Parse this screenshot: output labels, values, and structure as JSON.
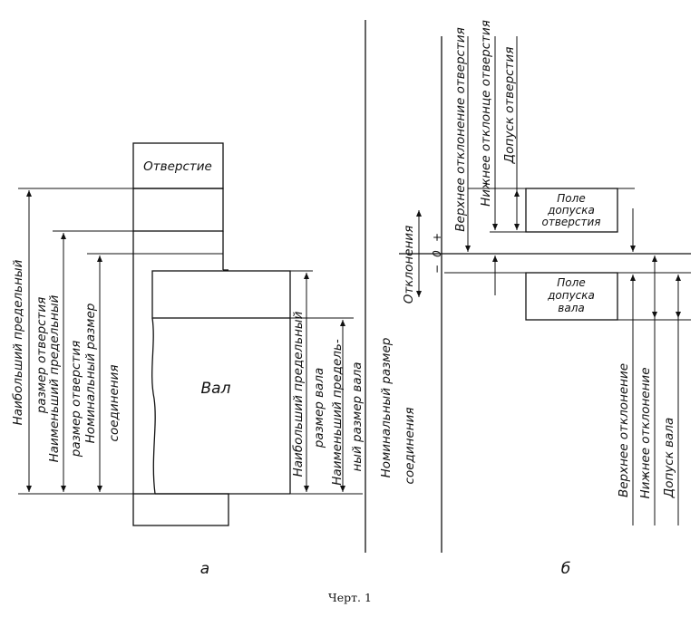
{
  "figure_a": {
    "hole_label": "Отверстие",
    "shaft_label": "Вал",
    "dims": {
      "hole_max_1": "Наибольший предельный",
      "hole_max_2": "размер отверстия",
      "hole_min_1": "Наименьший предельный",
      "hole_min_2": "размер отверстия",
      "nominal_1": "Номинальный размер",
      "nominal_2": "соединения",
      "shaft_max_1": "Наибольший предельный",
      "shaft_max_2": "размер вала",
      "shaft_min_1": "Наименьший предель-",
      "shaft_min_2": "ный размер вала",
      "nominal_r_1": "Номинальный размер",
      "nominal_r_2": "соединения"
    },
    "sublabel": "а"
  },
  "figure_b": {
    "deviations_label": "Отклонения",
    "plus": "+",
    "zero": "0",
    "minus": "−",
    "hole_zone_1": "Поле",
    "hole_zone_2": "допуска",
    "hole_zone_3": "отверстия",
    "shaft_zone_1": "Поле",
    "shaft_zone_2": "допуска",
    "shaft_zone_3": "вала",
    "top": {
      "upper_dev_hole": "Верхнее отклонение отверстия",
      "lower_dev_hole": "Нижнее отклонце отверстия",
      "hole_tolerance": "Допуск отверстия"
    },
    "bottom": {
      "upper_dev": "Верхнее отклонение",
      "lower_dev": "Нижнее отклонение",
      "shaft_tolerance": "Допуск вала"
    },
    "sublabel": "б"
  },
  "caption": "Черт. 1"
}
